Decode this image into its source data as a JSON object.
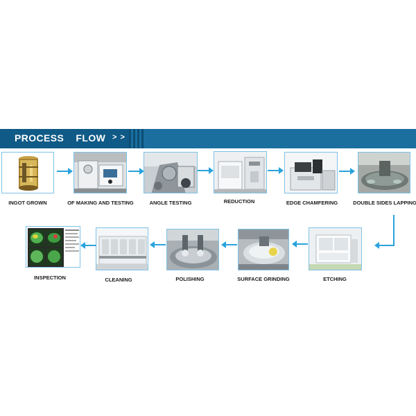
{
  "header": {
    "title": "PROCESS    FLOW",
    "chevrons": "> >"
  },
  "colors": {
    "banner": "#1a6f9f",
    "banner_dark": "#0f5a86",
    "arrow": "#29a3dc",
    "box_border": "#7fc2e6"
  },
  "steps": [
    {
      "label": "INGOT GROWN",
      "icon": "ingot-icon"
    },
    {
      "label": "OF MAKING AND TESTING",
      "icon": "testing-machine-icon"
    },
    {
      "label": "ANGLE TESTING",
      "icon": "angle-tester-icon"
    },
    {
      "label": "REDUCTION",
      "icon": "reduction-machine-icon"
    },
    {
      "label": "EDGE CHAMFERING",
      "icon": "chamfering-machine-icon"
    },
    {
      "label": "DOUBLE SIDES LAPPING",
      "icon": "lapping-machine-icon"
    },
    {
      "label": "ETCHING",
      "icon": "etching-station-icon"
    },
    {
      "label": "SURFACE GRINDING",
      "icon": "grinding-machine-icon"
    },
    {
      "label": "POLISHING",
      "icon": "polishing-machine-icon"
    },
    {
      "label": "CLEANING",
      "icon": "cleaning-line-icon"
    },
    {
      "label": "INSPECTION",
      "icon": "inspection-screen-icon"
    }
  ]
}
